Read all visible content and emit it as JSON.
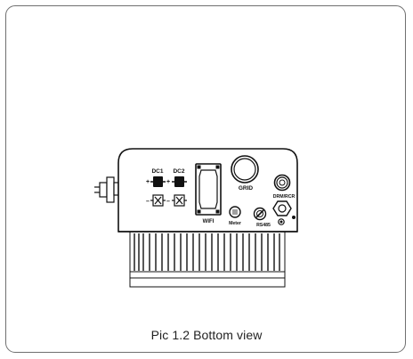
{
  "figure": {
    "caption": "Pic 1.2 Bottom view",
    "labels": {
      "dc1": "DC1",
      "dc2": "DC2",
      "plus": "+",
      "minus": "–",
      "grid": "GRID",
      "drm": "DRM/RCR",
      "wifi": "WIFI",
      "meter": "Meter",
      "rs485": "RS485"
    }
  }
}
